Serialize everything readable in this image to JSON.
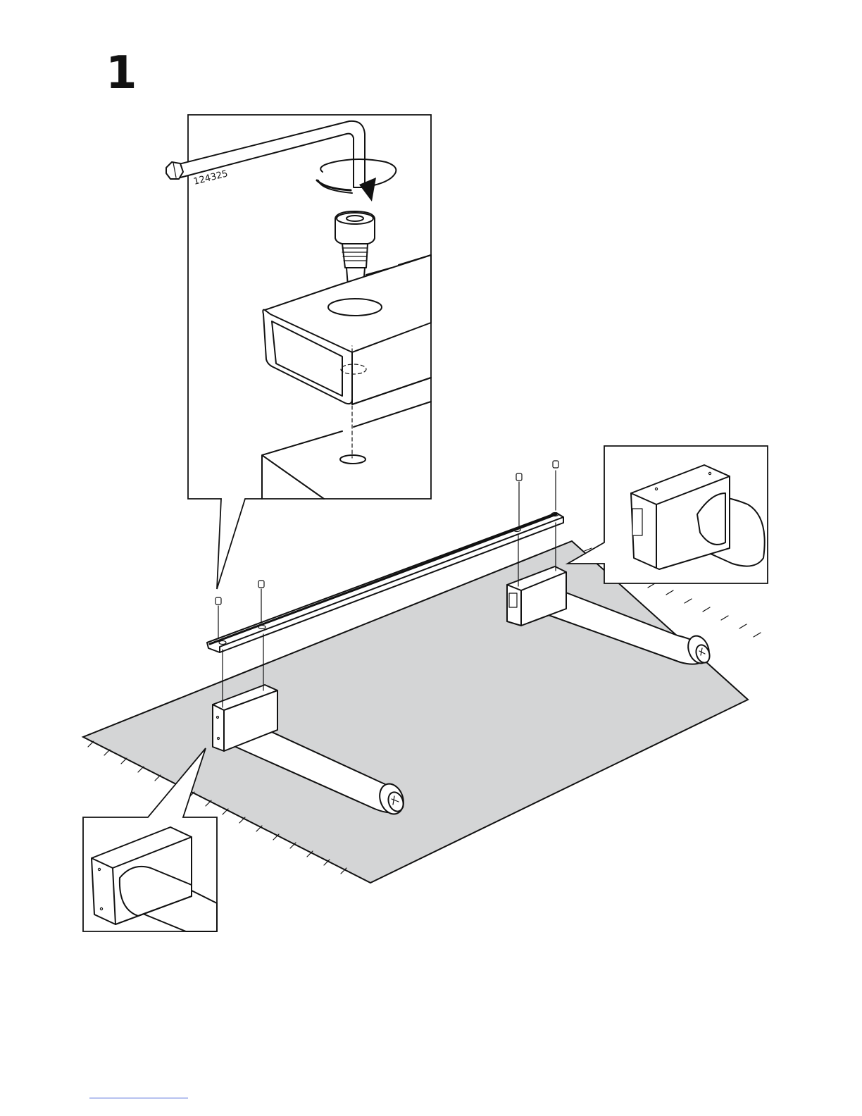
{
  "step": {
    "number": "1"
  },
  "tool": {
    "icon": "allen-key-icon",
    "part_number": "124325"
  },
  "parts": {
    "screw": "screw-icon",
    "crossbar": "crossbar-icon",
    "leg": "leg-bracket-icon",
    "floor": "floor-mat"
  },
  "colors": {
    "line": "#111111",
    "floor": "#d4d5d6",
    "background": "#ffffff"
  }
}
